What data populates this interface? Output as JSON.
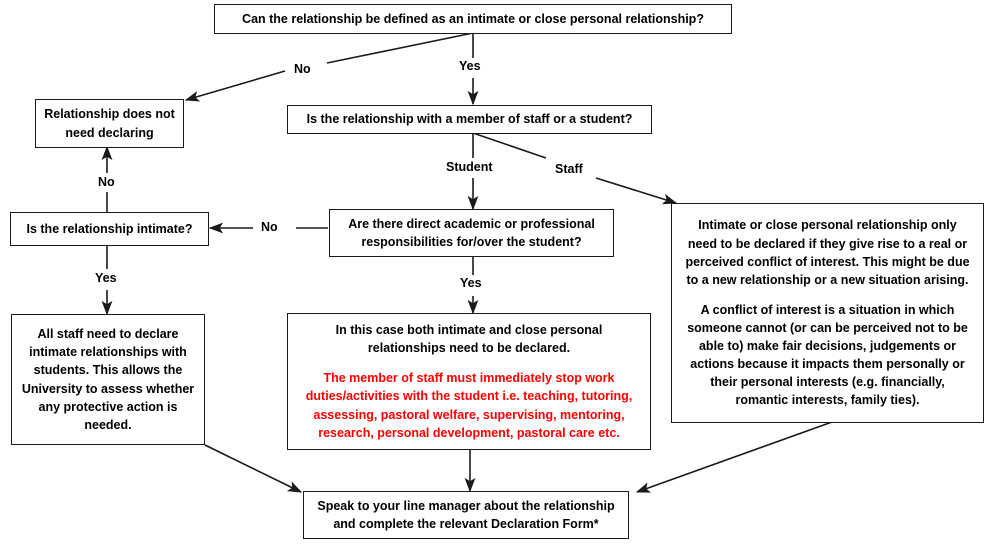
{
  "diagram": {
    "title": "Intimate or close personal relationship declaration flowchart",
    "accent_red": "#fe0000",
    "line_color": "#1a1a1a"
  },
  "nodes": [
    {
      "id": "q-define",
      "name": "node-can-relationship-be-defined",
      "lines": [
        {
          "text": "Can the relationship be defined as an intimate or close personal relationship?",
          "color": "black"
        }
      ]
    },
    {
      "id": "no-declare",
      "name": "node-relationship-does-not-need-declaring",
      "lines": [
        {
          "text": "Relationship does not need declaring",
          "color": "black"
        }
      ]
    },
    {
      "id": "q-staff-or-student",
      "name": "node-is-relationship-with-staff-or-student",
      "lines": [
        {
          "text": "Is the relationship with a member of staff or a student?",
          "color": "black"
        }
      ]
    },
    {
      "id": "q-intimate",
      "name": "node-is-the-relationship-intimate",
      "lines": [
        {
          "text": "Is the relationship intimate?",
          "color": "black"
        }
      ]
    },
    {
      "id": "q-responsibilities",
      "name": "node-direct-academic-or-professional-responsibilities",
      "lines": [
        {
          "text": "Are there direct academic or professional responsibilities for/over the student?",
          "color": "black"
        }
      ]
    },
    {
      "id": "info-conflict",
      "name": "node-conflict-of-interest-information",
      "lines": [
        {
          "text": "Intimate or close personal relationship only need to be declared if they give rise to a real or perceived conflict of interest. This might be due to a new relationship or a new situation arising.",
          "color": "black"
        },
        {
          "text": "A conflict of interest is a situation in which someone cannot (or can be perceived not to be able to) make fair decisions, judgements or actions because it impacts them personally or their personal interests (e.g. financially, romantic interests, family ties).",
          "color": "black"
        }
      ]
    },
    {
      "id": "all-staff-declare",
      "name": "node-all-staff-need-to-declare",
      "lines": [
        {
          "text": "All staff need to declare intimate relationships with students. This allows the University to assess whether any protective action is needed.",
          "color": "black"
        }
      ]
    },
    {
      "id": "both-declared",
      "name": "node-both-intimate-and-close-personal-declared",
      "lines": [
        {
          "text": "In this case both intimate and close personal relationships need to be declared.",
          "color": "black"
        },
        {
          "text": "The member of staff must immediately stop work duties/activities with the student i.e. teaching, tutoring, assessing, pastoral welfare, supervising, mentoring, research, personal development, pastoral care etc.",
          "color": "red"
        }
      ]
    },
    {
      "id": "speak-manager",
      "name": "node-speak-to-line-manager",
      "lines": [
        {
          "text": "Speak to your line manager about the relationship and complete the relevant Declaration Form*",
          "color": "black"
        }
      ]
    }
  ],
  "edge_labels": [
    {
      "id": "lbl-no-define",
      "name": "edge-label-no-define",
      "text": "No"
    },
    {
      "id": "lbl-yes-define",
      "name": "edge-label-yes-define",
      "text": "Yes"
    },
    {
      "id": "lbl-student",
      "name": "edge-label-student",
      "text": "Student"
    },
    {
      "id": "lbl-staff",
      "name": "edge-label-staff",
      "text": "Staff"
    },
    {
      "id": "lbl-no-intimate-up",
      "name": "edge-label-no-to-not-declaring",
      "text": "No"
    },
    {
      "id": "lbl-no-responsibilities",
      "name": "edge-label-no-responsibilities",
      "text": "No"
    },
    {
      "id": "lbl-yes-intimate",
      "name": "edge-label-yes-intimate",
      "text": "Yes"
    },
    {
      "id": "lbl-yes-responsibilities",
      "name": "edge-label-yes-responsibilities",
      "text": "Yes"
    }
  ]
}
